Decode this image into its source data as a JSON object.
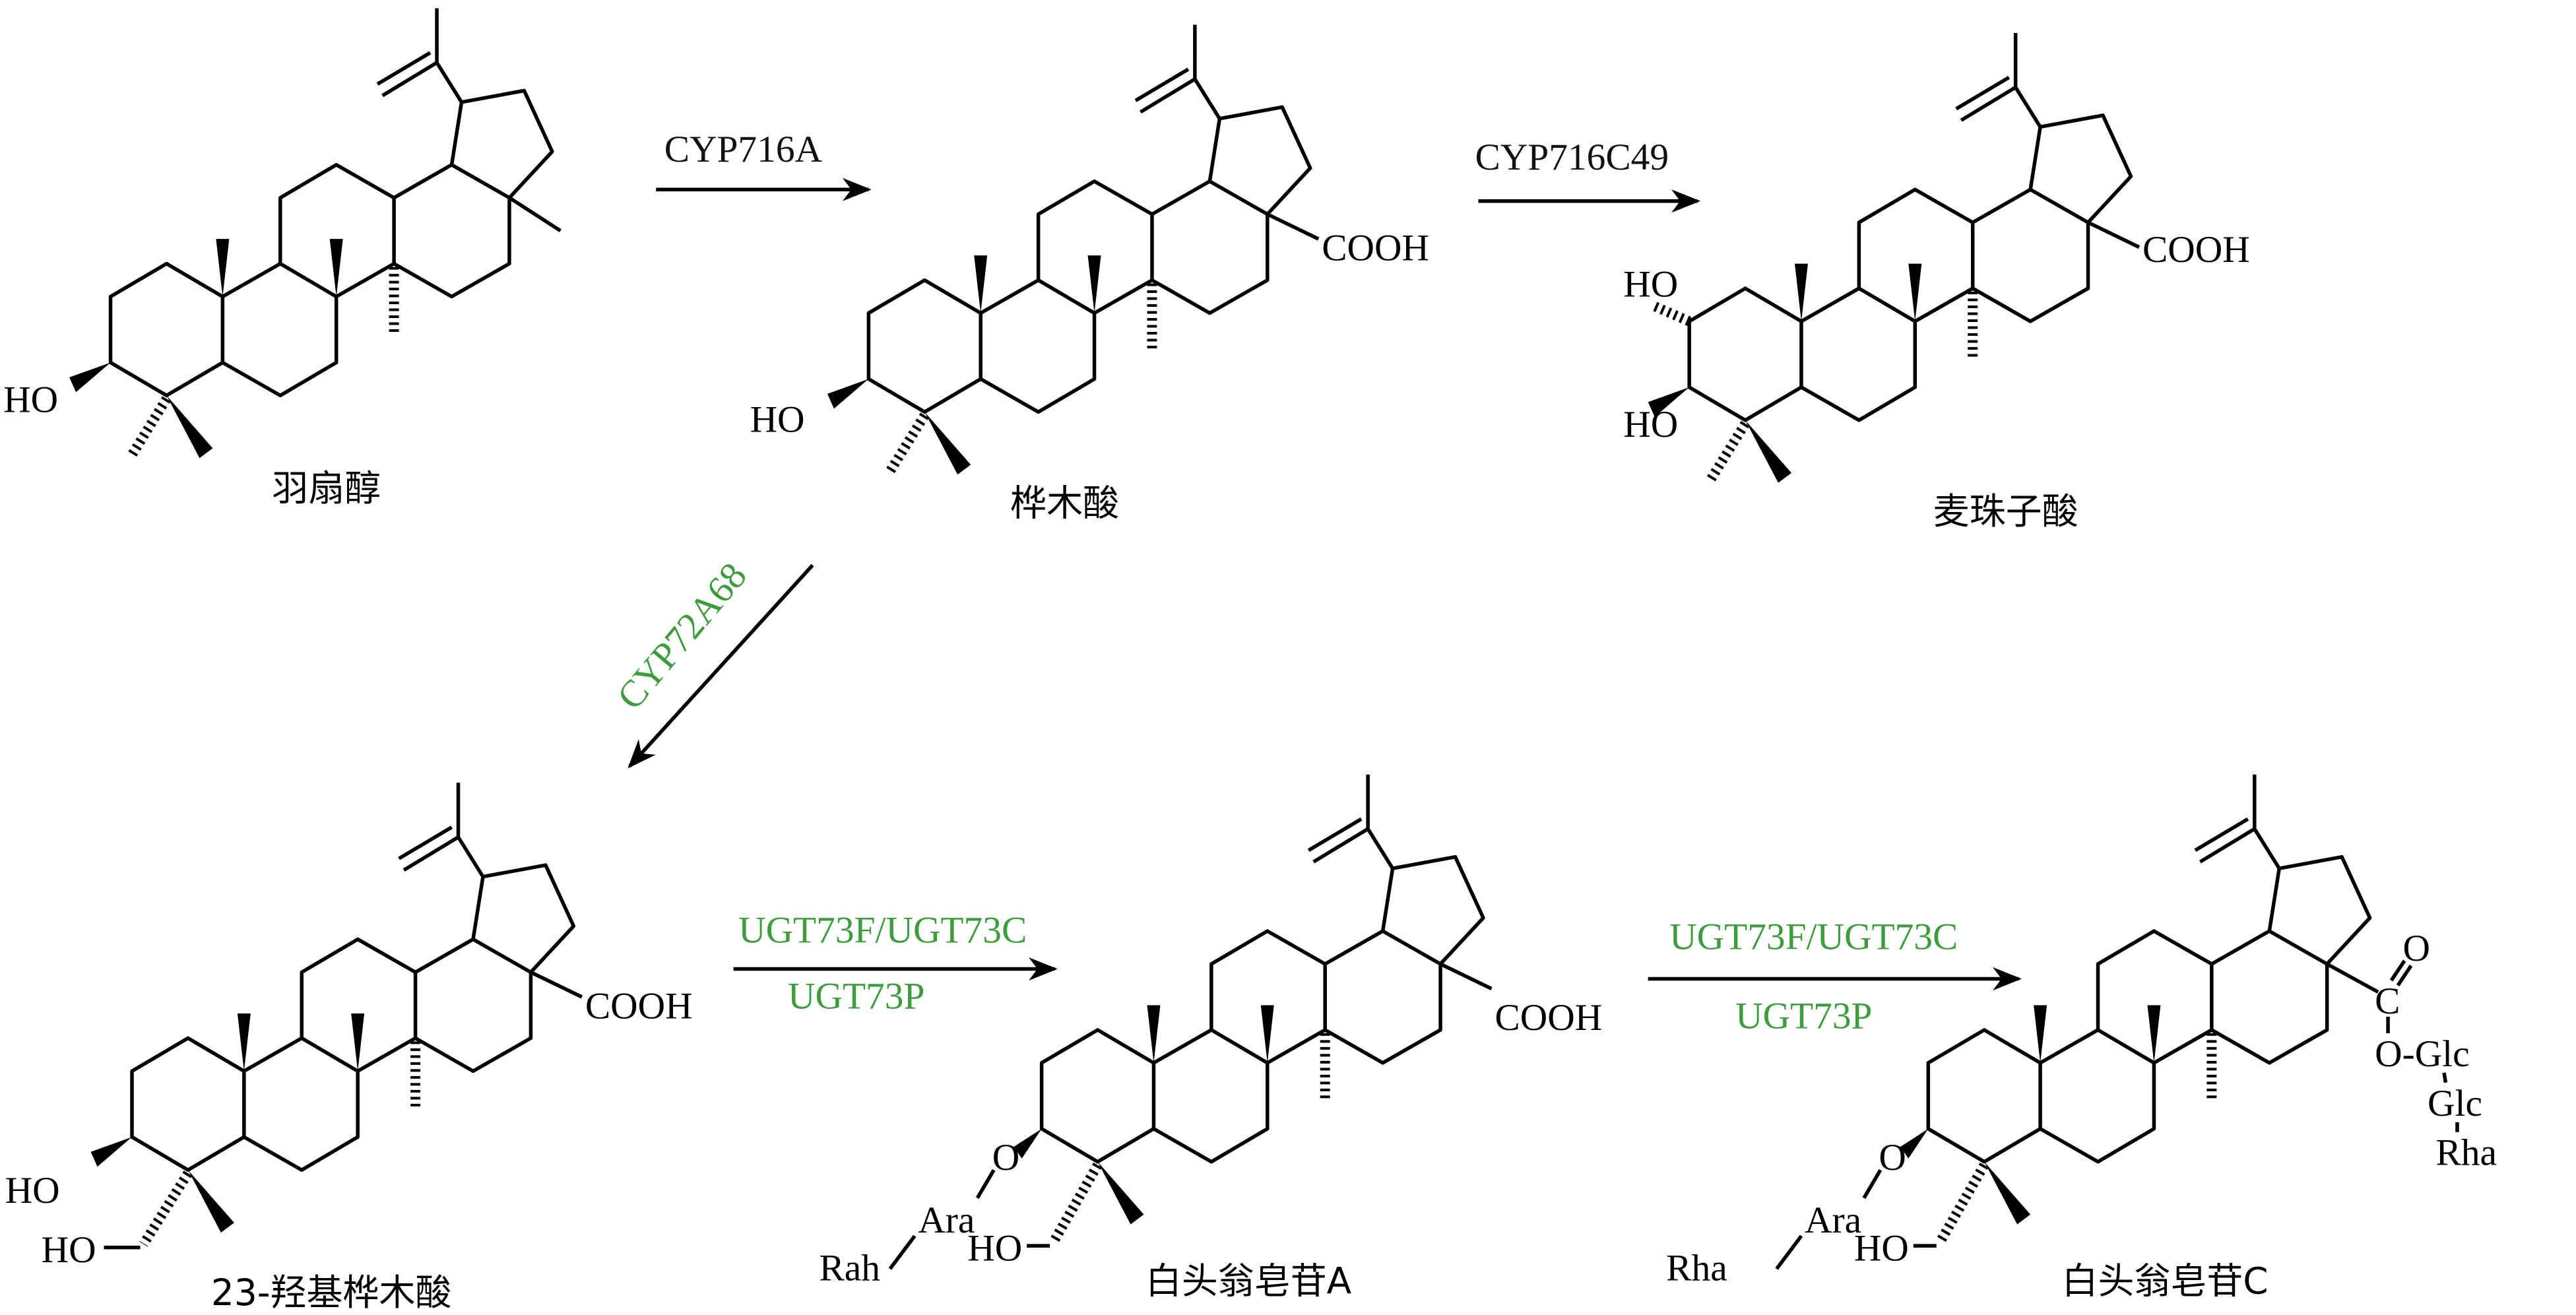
{
  "colors": {
    "enzyme_black": "#111111",
    "enzyme_green": "#3d9c3d"
  },
  "compounds": {
    "lupeol": {
      "name": "羽扇醇",
      "ho3": "HO"
    },
    "betulinic_acid": {
      "name": "桦木酸",
      "ho3": "HO",
      "cooh": "COOH"
    },
    "alphitolic_acid": {
      "name": "麦珠子酸",
      "ho2": "HO",
      "ho3": "HO",
      "cooh": "COOH"
    },
    "hydroxybetulinic_acid": {
      "name": "23-羟基桦木酸",
      "ho3": "HO",
      "ho23": "HO",
      "cooh": "COOH"
    },
    "saponin_a": {
      "name": "白头翁皂苷A",
      "o3": "O",
      "ara": "Ara",
      "rah": "Rah",
      "ho23": "HO",
      "cooh": "COOH"
    },
    "saponin_c": {
      "name": "白头翁皂苷C",
      "o3": "O",
      "ara": "Ara",
      "rha": "Rha",
      "ho23": "HO",
      "ester_c": "C",
      "ester_o_double": "O",
      "ester_o": "O-Glc",
      "glc2": "Glc",
      "rha_terminal": "Rha"
    }
  },
  "enzymes": {
    "step1": "CYP716A",
    "step2": "CYP716C49",
    "step3": "CYP72A68",
    "step4_top": "UGT73F/UGT73C",
    "step4_bottom": "UGT73P",
    "step5_top": "UGT73F/UGT73C",
    "step5_bottom": "UGT73P"
  }
}
